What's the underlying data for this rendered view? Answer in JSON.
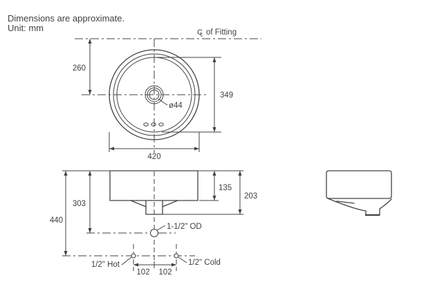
{
  "header": {
    "line1": "Dimensions are approximate.",
    "line2": "Unit: mm"
  },
  "colors": {
    "line": "#3e4147",
    "text": "#3e4147",
    "background": "#ffffff"
  },
  "plan_view": {
    "centerline": {
      "symbol_c": "C",
      "symbol_l": "L",
      "label": "of Fitting"
    },
    "dims": {
      "center_offset": "260",
      "bowl_diameter": "349",
      "overall_diameter": "420",
      "drain_hole_diameter": "ø44"
    }
  },
  "front_view": {
    "dims": {
      "overall_height": "440",
      "height_to_drain_line": "303",
      "rim_depth": "135",
      "depth_to_outlet": "203",
      "hot_offset": "102",
      "cold_offset": "102"
    },
    "labels": {
      "drain_outlet": "1-1/2\" OD",
      "hot_supply": "1/2\" Hot",
      "cold_supply": "1/2\" Cold"
    }
  }
}
